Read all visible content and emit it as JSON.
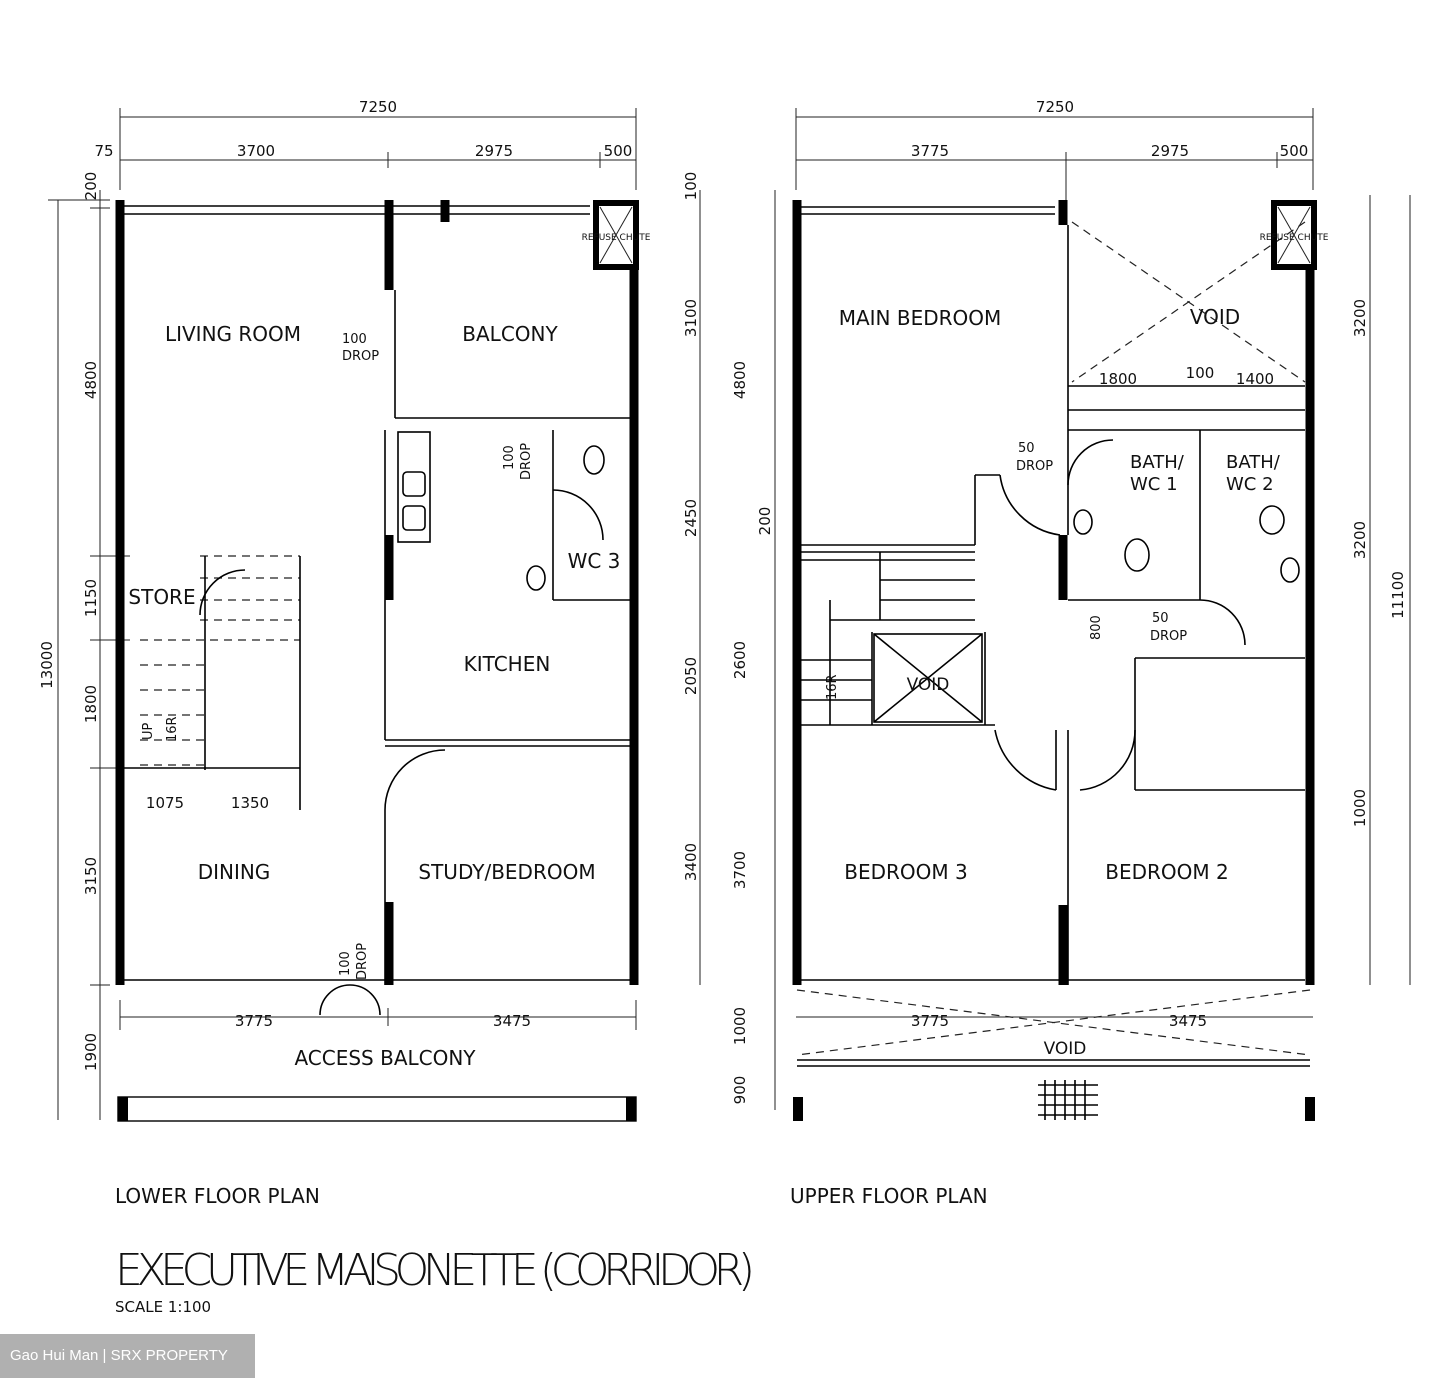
{
  "title": "EXECUTIVE MAISONETTE (CORRIDOR)",
  "scale": "SCALE   1:100",
  "watermark": "Gao Hui Man | SRX PROPERTY",
  "lower": {
    "caption": "LOWER FLOOR PLAN",
    "top_overall": "7250",
    "top_segments": [
      "75",
      "3700",
      "2975",
      "500"
    ],
    "left_dims": [
      "200",
      "4800",
      "1150",
      "1800",
      "3150",
      "1900"
    ],
    "left_overall": "13000",
    "right_dims": [
      "100",
      "3100",
      "2450",
      "2050",
      "3400"
    ],
    "bottom_dims": [
      "3775",
      "3475"
    ],
    "stair_dims": [
      "1075",
      "1350"
    ],
    "rooms": {
      "living": "LIVING ROOM",
      "balcony": "BALCONY",
      "kitchen": "KITCHEN",
      "wc3": "WC 3",
      "store": "STORE",
      "dining": "DINING",
      "study": "STUDY/BEDROOM",
      "access": "ACCESS BALCONY",
      "refuse": "REFUSE CHUTE"
    },
    "drop_100": "100",
    "drop": "DROP",
    "stair_up": "UP",
    "stair_risers": "16R"
  },
  "upper": {
    "caption": "UPPER FLOOR PLAN",
    "top_overall": "7250",
    "top_segments": [
      "3775",
      "2975",
      "500"
    ],
    "left_dims": [
      "4800",
      "200",
      "2600",
      "3700",
      "1000",
      "900"
    ],
    "right_dims": [
      "3200",
      "3200",
      "1000"
    ],
    "right_overall": "11100",
    "bottom_dims": [
      "3775",
      "3475"
    ],
    "void_dims": [
      "1800",
      "100",
      "1400"
    ],
    "dim_800": "800",
    "rooms": {
      "main_bedroom": "MAIN BEDROOM",
      "void_top": "VOID",
      "bath1": "BATH/ WC 1",
      "bath2": "BATH/ WC 2",
      "void_stair": "VOID",
      "bedroom3": "BEDROOM 3",
      "bedroom2": "BEDROOM 2",
      "void_bottom": "VOID",
      "refuse": "REFUSE CHUTE"
    },
    "drop_50": "50",
    "drop": "DROP",
    "stair_risers": "16R"
  }
}
